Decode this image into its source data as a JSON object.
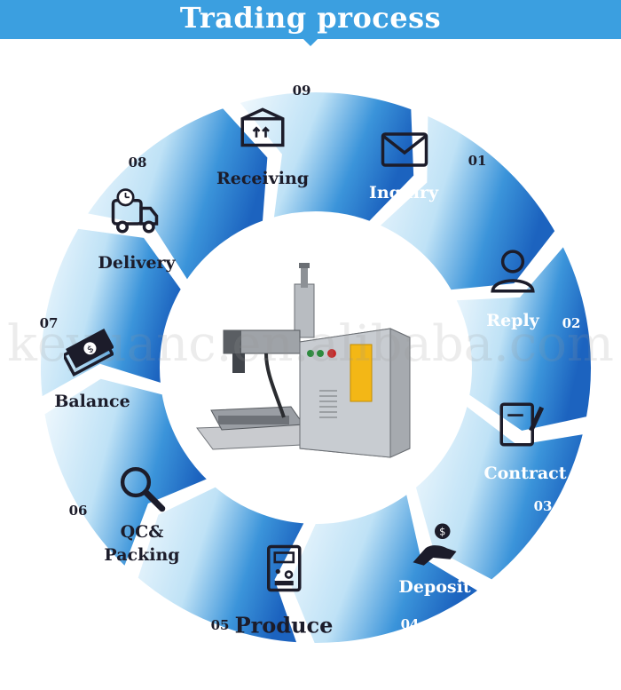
{
  "header": {
    "title": "Trading process",
    "color": "#3b9fe0"
  },
  "watermark": "keyuanc.en.alibaba.com",
  "steps": [
    {
      "num": "01",
      "label": "Inquiry",
      "icon": "envelope-icon"
    },
    {
      "num": "02",
      "label": "Reply",
      "icon": "person-icon"
    },
    {
      "num": "03",
      "label": "Contract",
      "icon": "contract-pen-icon"
    },
    {
      "num": "04",
      "label": "Deposit",
      "icon": "hand-coin-icon"
    },
    {
      "num": "05",
      "label": "Produce",
      "icon": "machine-cabinet-icon"
    },
    {
      "num": "06",
      "label": "QC& Packing",
      "icon": "magnifier-icon"
    },
    {
      "num": "07",
      "label": "Balance",
      "icon": "banknotes-icon"
    },
    {
      "num": "08",
      "label": "Delivery",
      "icon": "delivery-truck-icon"
    },
    {
      "num": "09",
      "label": "Receiving",
      "icon": "package-box-icon"
    }
  ],
  "center_image": "fiber-laser-marking-machine",
  "colors": {
    "dark_blue": "#1f6ec5",
    "light_blue": "#dff0fb",
    "ink": "#1c1c2a"
  }
}
